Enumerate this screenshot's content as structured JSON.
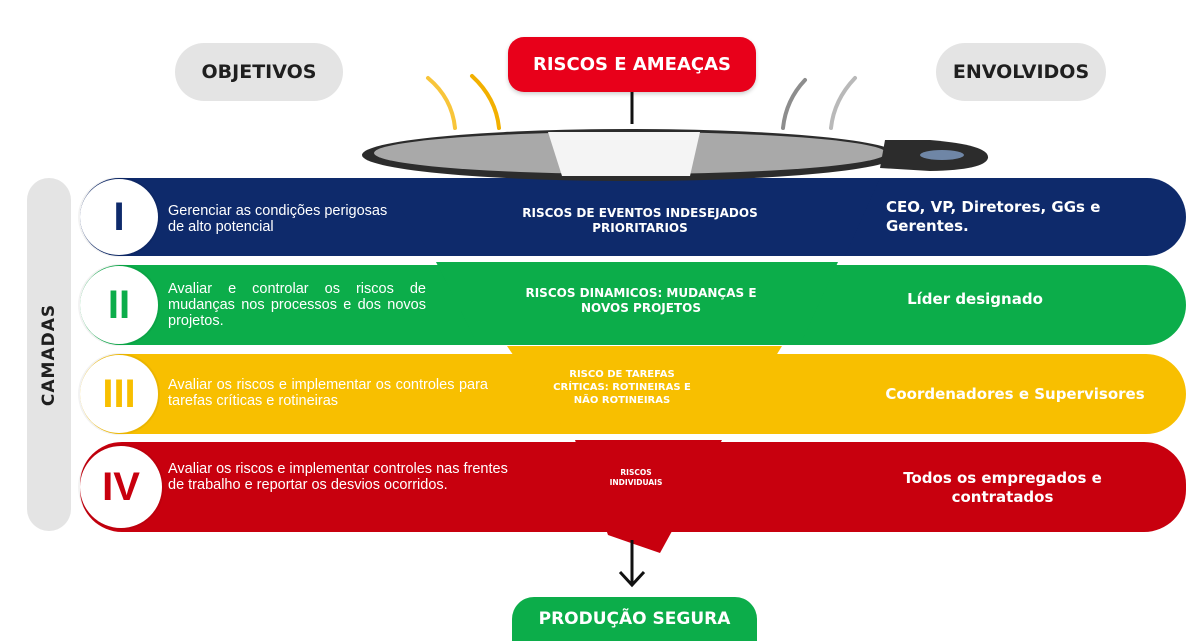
{
  "header": {
    "objectives": "OBJETIVOS",
    "risks": "RISCOS E AMEAÇAS",
    "involved": "ENVOLVIDOS"
  },
  "side_label": "CAMADAS",
  "layers": [
    {
      "numeral": "I",
      "objective": "Gerenciar as condições perigosas de alto potencial",
      "funnel_label": "RISCOS DE EVENTOS INDESEJADOS PRIORITARIOS",
      "involved": "CEO, VP, Diretores, GGs e Gerentes.",
      "color": "#0e2a6b"
    },
    {
      "numeral": "II",
      "objective": "Avaliar e controlar os riscos de mudanças nos processos e dos novos projetos.",
      "funnel_label": "RISCOS  DINAMICOS: MUDANÇAS E NOVOS PROJETOS",
      "involved": "Líder designado",
      "color": "#0cad4a"
    },
    {
      "numeral": "III",
      "objective": "Avaliar os riscos e implementar os controles para tarefas críticas e rotineiras",
      "funnel_label": "RISCO DE TAREFAS CRÍTICAS: ROTINEIRAS E NÃO ROTINEIRAS",
      "involved": "Coordenadores e Supervisores",
      "color": "#f8bf00"
    },
    {
      "numeral": "IV",
      "objective": "Avaliar os riscos e implementar controles nas frentes de trabalho e reportar os  desvios ocorridos.",
      "funnel_label": "RISCOS INDIVIDUAIS",
      "involved": "Todos os empregados e contratados",
      "color": "#c8000e"
    }
  ],
  "output": "PRODUÇÃO SEGURA"
}
